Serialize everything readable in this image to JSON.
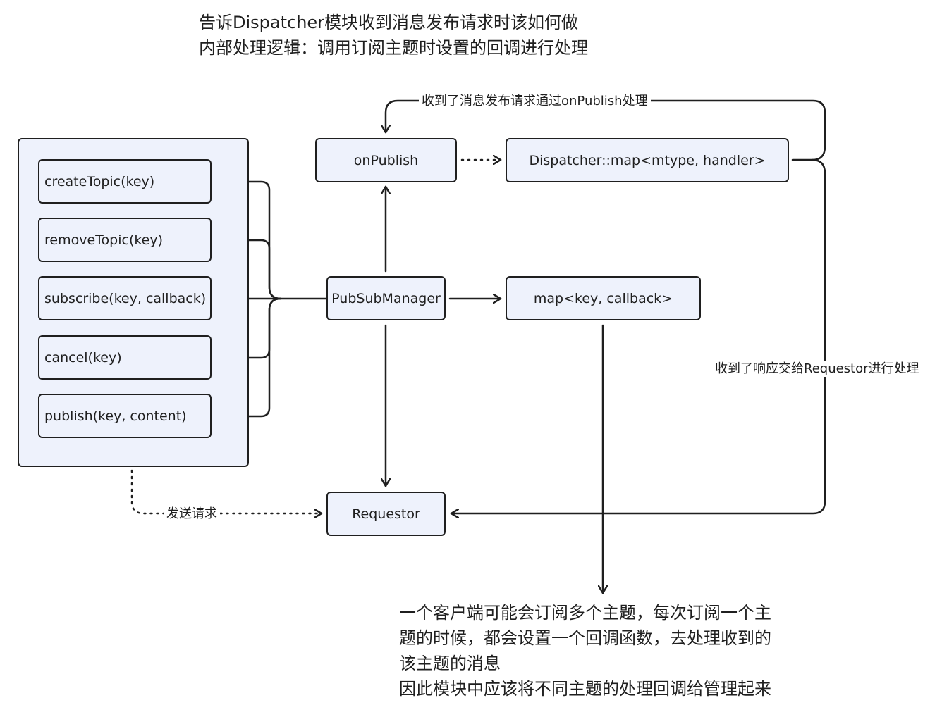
{
  "top_note": {
    "line1": "告诉Dispatcher模块收到消息发布请求时该如何做",
    "line2": "内部处理逻辑：调用订阅主题时设置的回调进行处理"
  },
  "methods": [
    {
      "label": "createTopic(key)"
    },
    {
      "label": "removeTopic(key)"
    },
    {
      "label": "subscribe(key, callback)"
    },
    {
      "label": "cancel(key)"
    },
    {
      "label": "publish(key, content)"
    }
  ],
  "nodes": {
    "onpublish": "onPublish",
    "dispatcher_map": "Dispatcher::map<mtype, handler>",
    "pubsubmanager": "PubSubManager",
    "callback_map": "map<key, callback>",
    "requestor": "Requestor"
  },
  "edge_labels": {
    "publish_request": "收到了消息发布请求通过onPublish处理",
    "response": "收到了响应交给Requestor进行处理",
    "send_request": "发送请求"
  },
  "bottom_note": {
    "line1": "一个客户端可能会订阅多个主题，每次订阅一个主",
    "line2": "题的时候，都会设置一个回调函数，去处理收到的",
    "line3": "该主题的消息",
    "line4": "因此模块中应该将不同主题的处理回调给管理起来"
  },
  "colors": {
    "box_fill": "#eef2fc",
    "stroke": "#1f1f1f"
  }
}
